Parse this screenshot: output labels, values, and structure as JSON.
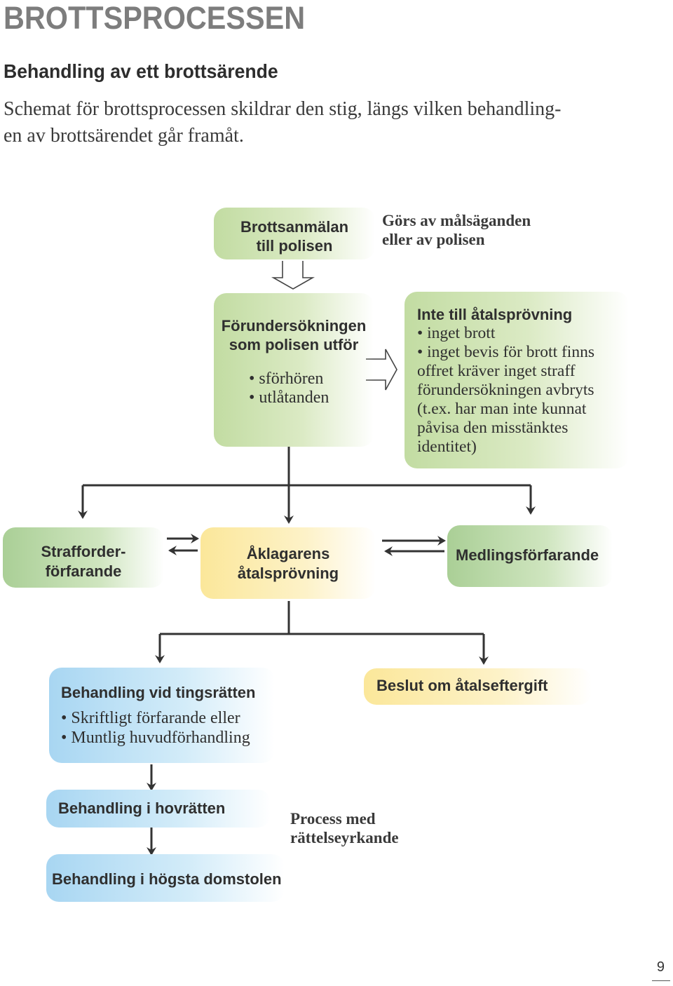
{
  "header": {
    "title": "BROTTSPROCESSEN",
    "subtitle": "Behandling av ett brottsärende",
    "intro_line1": "Schemat för brottsprocessen skildrar den stig, längs vilken behandling-",
    "intro_line2": "en av brottsärendet går framåt."
  },
  "diagram": {
    "report": {
      "line1": "Brottsanmälan",
      "line2": "till polisen"
    },
    "report_note": {
      "line1": "Görs av målsäganden",
      "line2": "eller av polisen"
    },
    "investigation": {
      "line1": "Förundersökningen",
      "line2": "som polisen utför",
      "items": [
        "• sförhören",
        "• utlåtanden"
      ]
    },
    "no_prosecution": {
      "title": "Inte till åtalsprövning",
      "lines": [
        "• inget brott",
        "• inget bevis för brott finns",
        "offret kräver inget straff",
        "förundersökningen avbryts",
        "(t.ex. har man inte kunnat",
        "påvisa den misstänktes",
        "identitet)"
      ]
    },
    "summary_penalty": {
      "line1": "Strafforder-",
      "line2": "förfarande"
    },
    "prosecutor": {
      "line1": "Åklagarens",
      "line2": "åtalsprövning"
    },
    "mediation": {
      "label": "Medlingsförfarande"
    },
    "district_court": {
      "title": "Behandling vid tingsrätten",
      "items": [
        "• Skriftligt förfarande eller",
        "• Muntlig huvudförhandling"
      ]
    },
    "waiver": {
      "label": "Beslut om åtalseftergift"
    },
    "appeal_court": {
      "label": "Behandling i hovrätten"
    },
    "supreme_court": {
      "label": "Behandling i högsta domstolen"
    },
    "appeal_note": {
      "line1": "Process med",
      "line2": "rättelseyrkande"
    }
  },
  "footer": {
    "page_number": "9"
  },
  "colors": {
    "green": "#c2dca2",
    "green_strong": "#aacf96",
    "yellow": "#fbe79a",
    "blue": "#a8d6f2",
    "connector": "#333333"
  }
}
